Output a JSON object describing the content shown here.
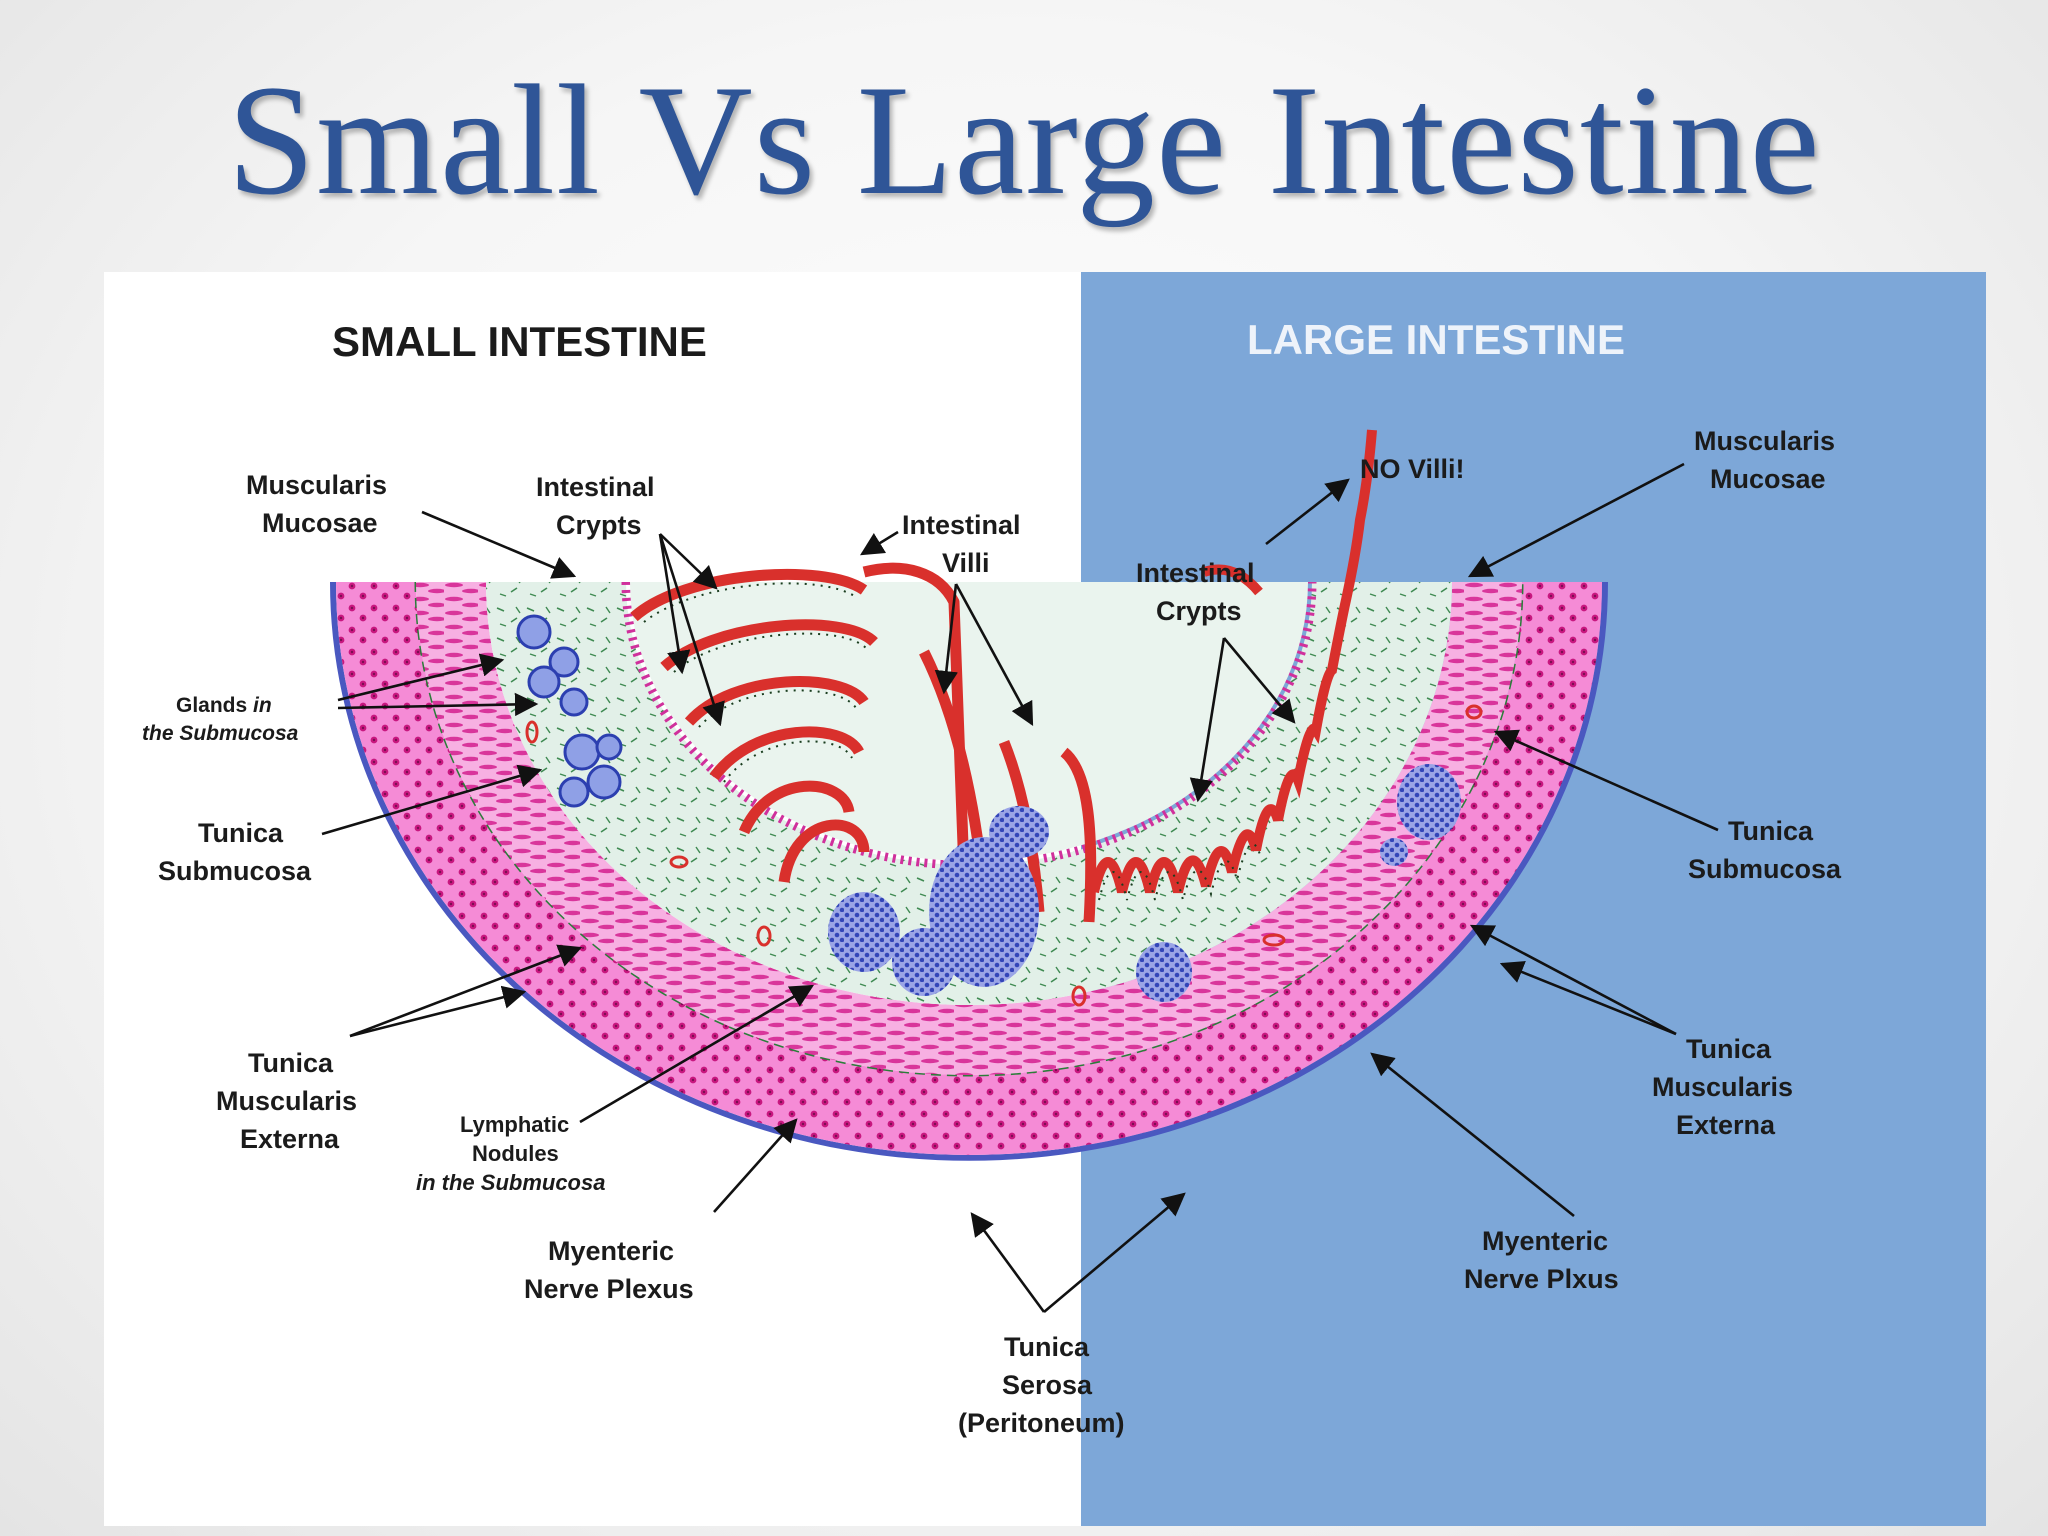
{
  "slide": {
    "title": "Small Vs Large Intestine"
  },
  "panels": {
    "left_heading": "SMALL INTESTINE",
    "right_heading": "LARGE INTESTINE"
  },
  "labels": {
    "musc_mucosae_l1": "Muscularis",
    "musc_mucosae_l2": "Mucosae",
    "crypts_l1": "Intestinal",
    "crypts_l2": "Crypts",
    "villi_l1": "Intestinal",
    "villi_l2": "Villi",
    "glands_l1a": "Glands ",
    "glands_l1b": "in",
    "glands_l2": "the Submucosa",
    "submucosa_l1": "Tunica",
    "submucosa_l2": "Submucosa",
    "muscularis_ext_l1": "Tunica",
    "muscularis_ext_l2": "Muscularis",
    "muscularis_ext_l3": "Externa",
    "lymph_l1": "Lymphatic",
    "lymph_l2": "Nodules",
    "lymph_l3": "in the Submucosa",
    "myenteric_l_l1": "Myenteric",
    "myenteric_l_l2": "Nerve Plexus",
    "serosa_l1": "Tunica",
    "serosa_l2": "Serosa",
    "serosa_l3": "(Peritoneum)",
    "no_villi": "NO Villi!",
    "r_crypts_l1": "Intestinal",
    "r_crypts_l2": "Crypts",
    "r_musc_mucosae_l1": "Muscularis",
    "r_musc_mucosae_l2": "Mucosae",
    "r_submucosa_l1": "Tunica",
    "r_submucosa_l2": "Submucosa",
    "r_muscularis_ext_l1": "Tunica",
    "r_muscularis_ext_l2": "Muscularis",
    "r_muscularis_ext_l3": "Externa",
    "r_myenteric_l1": "Myenteric",
    "r_myenteric_l2": "Nerve Plxus"
  },
  "colors": {
    "title": "#2f5597",
    "right_panel": "#7da7d8",
    "muscle": "#ee7fd0",
    "submucosa": "#dfeee6",
    "villi": "#d9302c",
    "lymph": "#5565c8",
    "serosa": "#4a58c0"
  }
}
